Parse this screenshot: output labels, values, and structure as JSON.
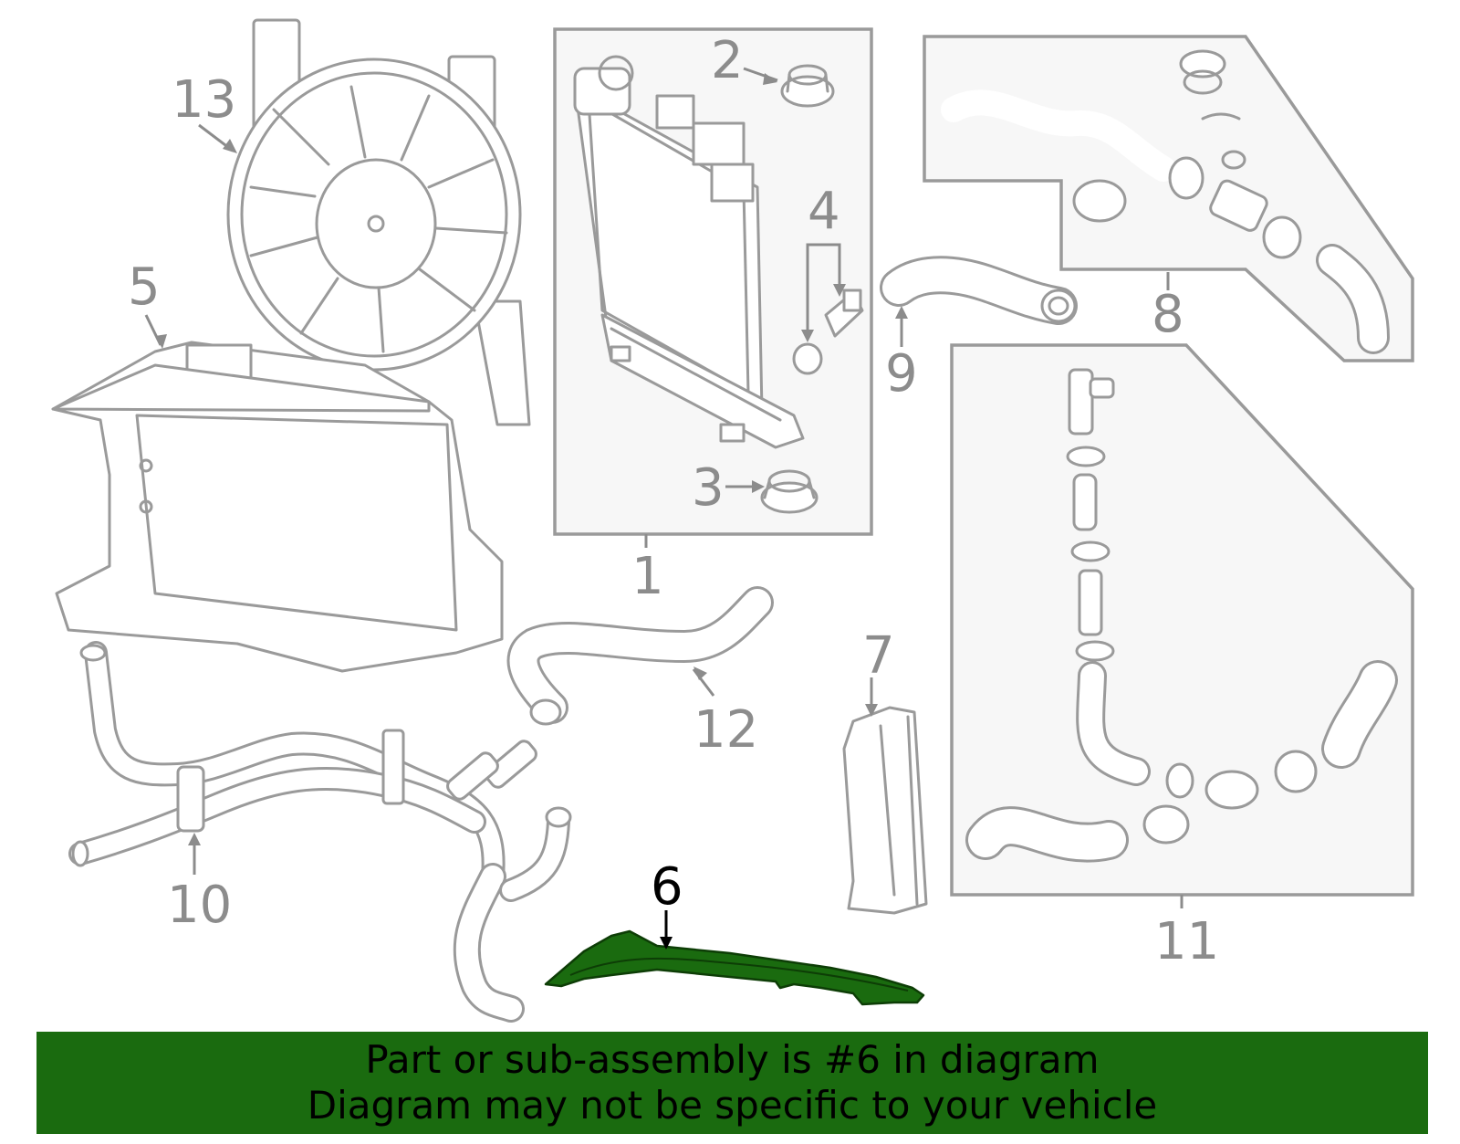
{
  "callouts": [
    {
      "id": "1",
      "label": "1"
    },
    {
      "id": "2",
      "label": "2"
    },
    {
      "id": "3",
      "label": "3"
    },
    {
      "id": "4",
      "label": "4"
    },
    {
      "id": "5",
      "label": "5"
    },
    {
      "id": "6",
      "label": "6"
    },
    {
      "id": "7",
      "label": "7"
    },
    {
      "id": "8",
      "label": "8"
    },
    {
      "id": "9",
      "label": "9"
    },
    {
      "id": "10",
      "label": "10"
    },
    {
      "id": "11",
      "label": "11"
    },
    {
      "id": "12",
      "label": "12"
    },
    {
      "id": "13",
      "label": "13"
    }
  ],
  "highlighted_part": "6",
  "banner": {
    "line1": "Part or sub-assembly is #6 in diagram",
    "line2": "Diagram may not be specific to your vehicle"
  },
  "colors": {
    "highlight": "#1a6b0f",
    "banner_bg": "#1a6b0f",
    "part_stroke": "#9a9a9a",
    "box_fill": "#f7f7f7",
    "label_gray": "#8c8c8c"
  }
}
